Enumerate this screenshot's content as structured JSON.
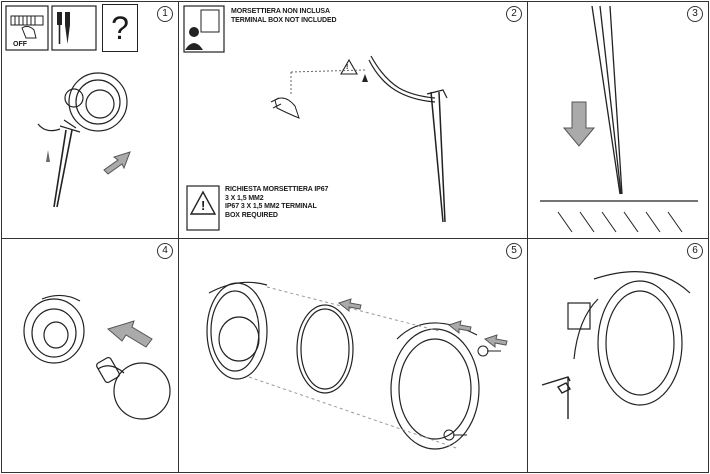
{
  "steps": [
    "1",
    "2",
    "3",
    "4",
    "5",
    "6"
  ],
  "panel1": {
    "switch_state": "OFF",
    "icons": [
      "circuit-breaker-icon",
      "screwdriver-icon",
      "question-mark-icon"
    ],
    "question_mark": "?"
  },
  "panel2": {
    "note_top": [
      "MORSETTIERA NON INCLUSA",
      "TERMINAL BOX NOT INCLUDED"
    ],
    "note_bottom": [
      "RICHIESTA MORSETTIERA IP67",
      "3 x 1,5 mm2",
      "IP67 3 x 1,5 mm2 TERMINAL",
      "BOX REQUIRED"
    ],
    "icons": [
      "electrician-icon",
      "warning-icon"
    ],
    "warning_symbol": "!"
  }
}
